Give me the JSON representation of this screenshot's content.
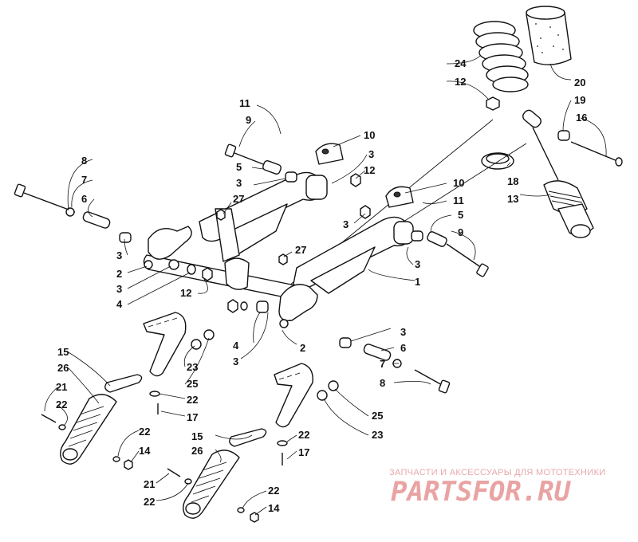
{
  "watermark": {
    "tagline": "ЗАПЧАСТИ И АКСЕССУАРЫ ДЛЯ МОТОТЕХНИКИ",
    "brand": "PARTSFOR.RU"
  },
  "callouts": [
    "1",
    "2",
    "2",
    "3",
    "3",
    "3",
    "3",
    "3",
    "3",
    "3",
    "3",
    "4",
    "4",
    "5",
    "5",
    "6",
    "6",
    "7",
    "7",
    "8",
    "8",
    "9",
    "9",
    "10",
    "10",
    "11",
    "11",
    "12",
    "12",
    "12",
    "13",
    "14",
    "14",
    "15",
    "15",
    "16",
    "17",
    "17",
    "18",
    "19",
    "20",
    "21",
    "21",
    "22",
    "22",
    "22",
    "22",
    "22",
    "22",
    "23",
    "23",
    "24",
    "25",
    "25",
    "26",
    "26",
    "27",
    "27"
  ]
}
